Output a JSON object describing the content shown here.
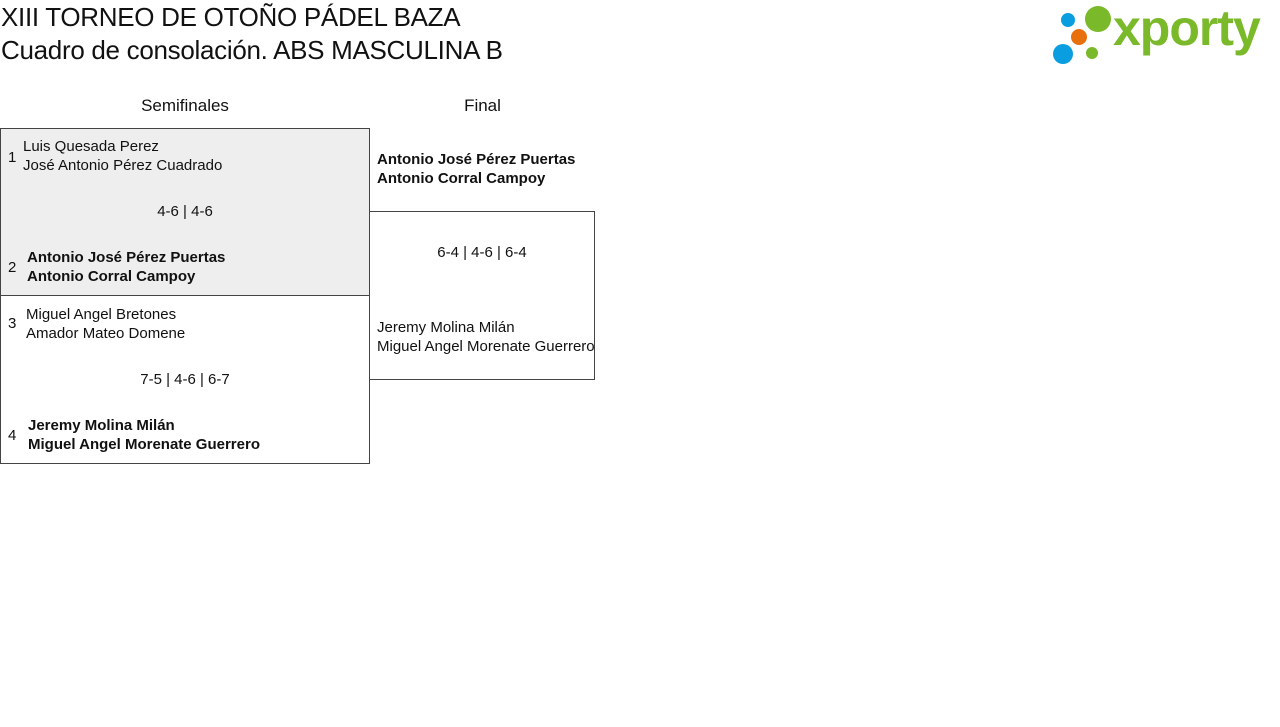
{
  "header": {
    "title": "XIII TORNEO DE OTOÑO PÁDEL BAZA",
    "subtitle": "Cuadro de consolación. ABS MASCULINA B",
    "logo_text": "xporty"
  },
  "rounds": [
    "Semifinales",
    "Final"
  ],
  "semifinals": [
    {
      "team1": {
        "seed": "1",
        "players": [
          "Luis Quesada Perez",
          "José Antonio Pérez Cuadrado"
        ]
      },
      "team2": {
        "seed": "2",
        "players": [
          "Antonio José Pérez Puertas",
          "Antonio Corral Campoy"
        ]
      },
      "score": "4-6 | 4-6",
      "winner": 2
    },
    {
      "team1": {
        "seed": "3",
        "players": [
          "Miguel Angel Bretones",
          "Amador Mateo Domene"
        ]
      },
      "team2": {
        "seed": "4",
        "players": [
          "Jeremy Molina Milán",
          "Miguel Angel Morenate Guerrero"
        ]
      },
      "score": "7-5 | 4-6 | 6-7",
      "winner": 2
    }
  ],
  "final": {
    "team1": [
      "Antonio José Pérez Puertas",
      "Antonio Corral Campoy"
    ],
    "team2": [
      "Jeremy Molina Milán",
      "Miguel Angel Morenate Guerrero"
    ],
    "score": "6-4 | 4-6 | 6-4",
    "winner": 1
  },
  "colors": {
    "highlight": "#eeeeee",
    "logo_green": "#7ab929",
    "logo_blue": "#0a9ee0",
    "logo_orange": "#e76f0c"
  }
}
